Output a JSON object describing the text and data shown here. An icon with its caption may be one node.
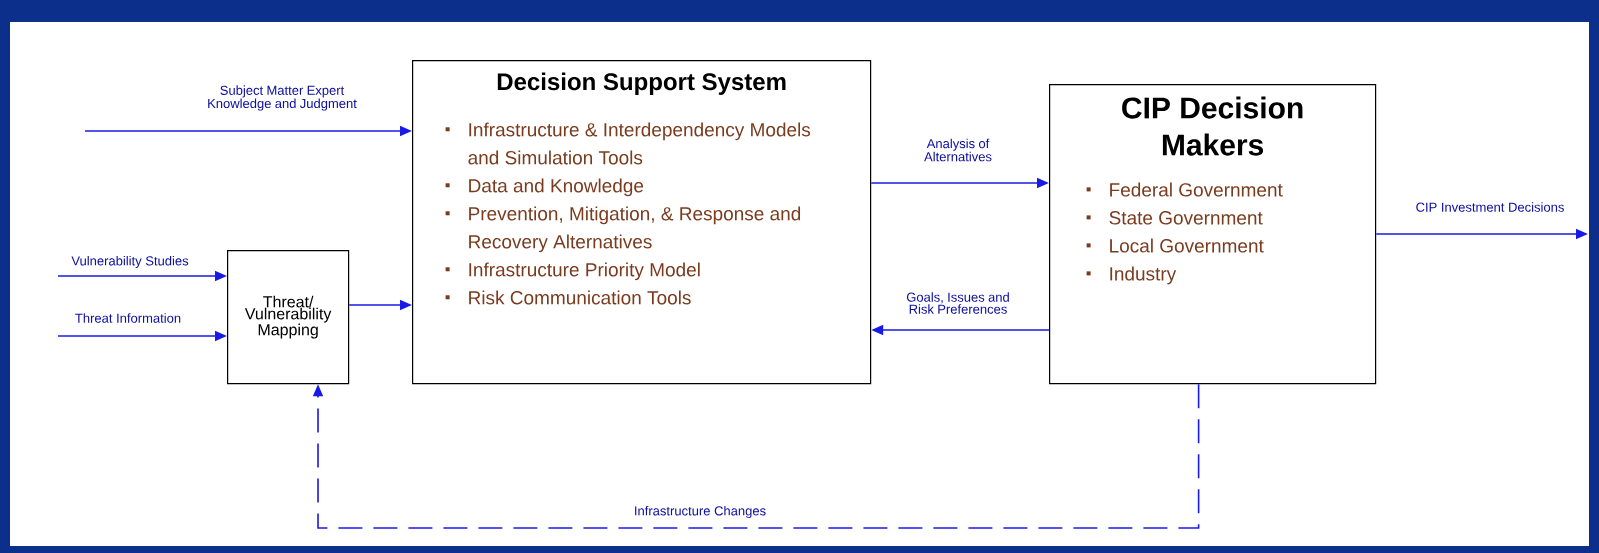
{
  "diagram": {
    "nodes": [
      {
        "text": [
          "Decision Support System",
          "Infrastructure & Interdependency Models and Simulation Tools",
          "Data and Knowledge",
          "Prevention, Mitigation, & Response and Recovery Alternatives",
          "Infrastructure Priority Model",
          "Risk Communication Tools"
        ]
      },
      {
        "text": [
          "CIP Decision Makers",
          "Federal Government",
          "State Government",
          "Local Government",
          "Industry"
        ]
      },
      {
        "text": [
          "Threat/ Vulnerability Mapping"
        ]
      }
    ],
    "edges": [
      {
        "from": null,
        "to": 0,
        "arrow": "to",
        "label": "Subject Matter Expert Knowledge and Judgment"
      },
      {
        "from": null,
        "to": 2,
        "arrow": "to",
        "label": "Vulnerability Studies"
      },
      {
        "from": null,
        "to": 2,
        "arrow": "to",
        "label": "Threat Information"
      },
      {
        "from": 2,
        "to": 0,
        "arrow": "to"
      },
      {
        "from": 0,
        "to": 1,
        "arrow": "to",
        "label": "Analysis of Alternatives"
      },
      {
        "from": 1,
        "to": 0,
        "arrow": "to",
        "label": "Goals, Issues and Risk Preferences"
      },
      {
        "from": 1,
        "to": null,
        "arrow": "to",
        "label": "CIP Investment Decisions"
      },
      {
        "from": 1,
        "to": 2,
        "arrow": "to",
        "label": "Infrastructure Changes",
        "style": "dashed"
      }
    ]
  }
}
